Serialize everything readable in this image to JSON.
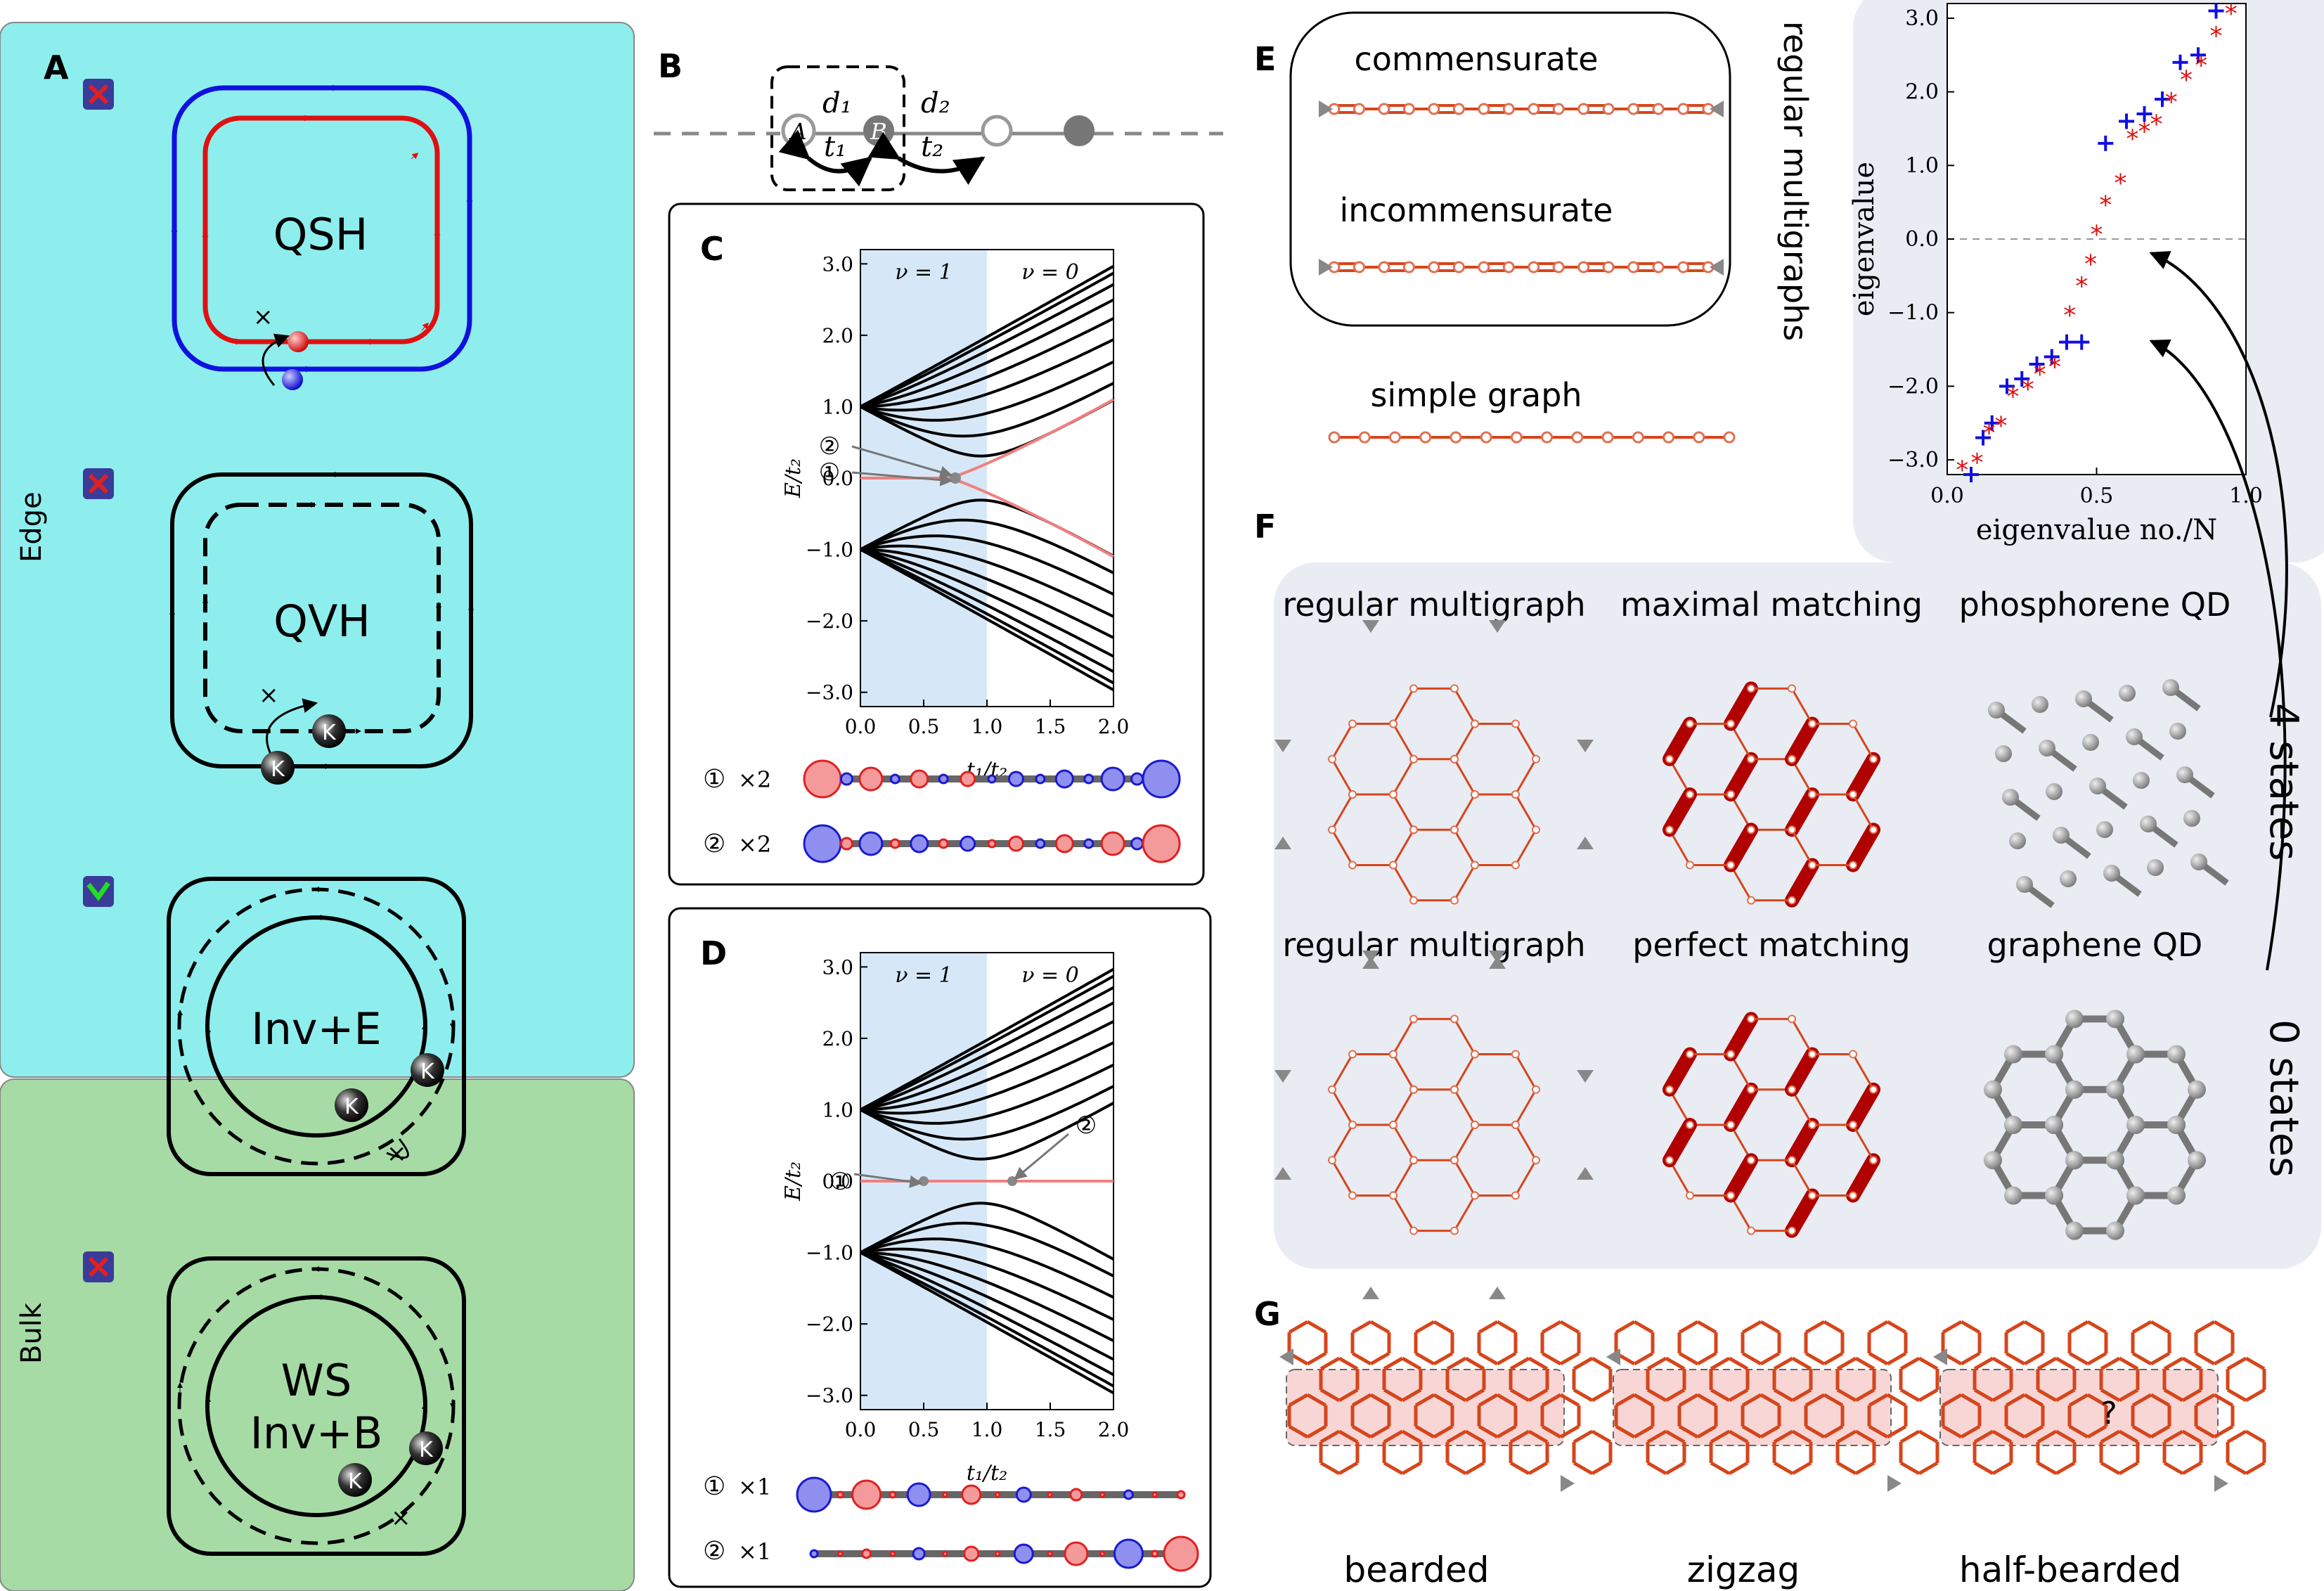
{
  "panels": {
    "A": "A",
    "B": "B",
    "C": "C",
    "D": "D",
    "E": "E",
    "F": "F",
    "G": "G"
  },
  "sidebar": {
    "edge": "Edge",
    "bulk": "Bulk"
  },
  "panelA": {
    "qsh": "QSH",
    "qvh": "QVH",
    "inv_e": "Inv+E",
    "ws_line1": "WS",
    "ws_line2": "Inv+B",
    "k": "K",
    "cross": "×"
  },
  "panelB": {
    "d1": "d₁",
    "d2": "d₂",
    "t1": "t₁",
    "t2": "t₂",
    "siteA": "A",
    "siteB": "B"
  },
  "panelC": {
    "phase_topo": "ν = 1",
    "phase_triv": "ν = 0",
    "ylabel": "E/t₂",
    "xlabel": "t₁/t₂",
    "yticks": [
      "3.0",
      "2.0",
      "1.0",
      "0.0",
      "−1.0",
      "−2.0",
      "−3.0"
    ],
    "xticks": [
      "0.0",
      "0.5",
      "1.0",
      "1.5",
      "2.0"
    ],
    "mark1": "①",
    "mark2": "②",
    "row1_mult": "×2",
    "row2_mult": "×2"
  },
  "panelD": {
    "phase_topo": "ν = 1",
    "phase_triv": "ν = 0",
    "ylabel": "E/t₂",
    "xlabel": "t₁/t₂",
    "yticks": [
      "3.0",
      "2.0",
      "1.0",
      "0.0",
      "−1.0",
      "−2.0",
      "−3.0"
    ],
    "xticks": [
      "0.0",
      "0.5",
      "1.0",
      "1.5",
      "2.0"
    ],
    "mark1": "①",
    "mark2": "②",
    "row1_mult": "×1",
    "row2_mult": "×1"
  },
  "panelE": {
    "commensurate": "commensurate",
    "incommensurate": "incommensurate",
    "simple": "simple graph",
    "side": "regular multigraphs",
    "ylabel": "eigenvalue",
    "xlabel": "eigenvalue no./N",
    "yticks": [
      "3.0",
      "2.0",
      "1.0",
      "0.0",
      "−1.0",
      "−2.0",
      "−3.0"
    ],
    "xticks": [
      "0.0",
      "0.5",
      "1.0"
    ]
  },
  "panelF": {
    "top": [
      "regular multigraph",
      "maximal matching",
      "phosphorene QD"
    ],
    "bottom": [
      "regular multigraph",
      "perfect matching",
      "graphene QD"
    ],
    "states4": "4 states",
    "states0": "0 states"
  },
  "panelG": {
    "labels": [
      "bearded",
      "zigzag",
      "half-bearded"
    ],
    "question": "?"
  },
  "colors": {
    "edge_bg": "#8eeeee",
    "bulk_bg": "#a6dba6",
    "blue": "#1010e0",
    "red": "#e01010",
    "lattice": "#d6451b",
    "gray": "#7a7a7a",
    "panel_bg": "#e9ecf3",
    "topo_bg": "#d6e8f8"
  },
  "chart_data": [
    {
      "type": "line",
      "title": "",
      "xlabel": "t₁/t₂",
      "ylabel": "E/t₂",
      "xlim": [
        0,
        2
      ],
      "ylim": [
        -3.2,
        3.2
      ],
      "series": [
        {
          "values": "bulk bands E=±(1 … 3) fanning from ±1 at t₁=0"
        },
        {
          "values": "edge states: E=0 for t₁<1, split linearly to ±1.1 at t₁=2"
        }
      ]
    },
    {
      "type": "line",
      "title": "",
      "xlabel": "t₁/t₂",
      "ylabel": "E/t₂",
      "xlim": [
        0,
        2
      ],
      "ylim": [
        -3.2,
        3.2
      ],
      "series": [
        {
          "values": "bulk bands fanning from ±1"
        },
        {
          "values": "E=0 flat state for all t₁"
        }
      ]
    },
    {
      "type": "scatter",
      "title": "",
      "xlabel": "eigenvalue no./N",
      "ylabel": "eigenvalue",
      "xlim": [
        0,
        1
      ],
      "ylim": [
        -3.2,
        3.2
      ],
      "series": [
        {
          "name": "",
          "marker": "+",
          "color": "#1010e0",
          "x": [
            0.08,
            0.12,
            0.15,
            0.2,
            0.25,
            0.3,
            0.35,
            0.4,
            0.45,
            0.53,
            0.6,
            0.66,
            0.72,
            0.78,
            0.84,
            0.9
          ],
          "y": [
            -3.2,
            -2.7,
            -2.5,
            -2.0,
            -1.9,
            -1.7,
            -1.6,
            -1.4,
            -1.4,
            1.3,
            1.6,
            1.7,
            1.9,
            2.4,
            2.5,
            3.1
          ]
        },
        {
          "name": "",
          "marker": "*",
          "color": "#e01010",
          "x": [
            0.05,
            0.1,
            0.14,
            0.18,
            0.22,
            0.27,
            0.31,
            0.36,
            0.41,
            0.45,
            0.48,
            0.5,
            0.53,
            0.58,
            0.62,
            0.66,
            0.7,
            0.75,
            0.8,
            0.85,
            0.9,
            0.95
          ],
          "y": [
            -3.1,
            -3.0,
            -2.6,
            -2.5,
            -2.1,
            -2.0,
            -1.8,
            -1.7,
            -1.0,
            -0.6,
            -0.3,
            0.1,
            0.5,
            0.8,
            1.4,
            1.5,
            1.6,
            1.9,
            2.2,
            2.4,
            2.8,
            3.1
          ]
        }
      ]
    }
  ]
}
